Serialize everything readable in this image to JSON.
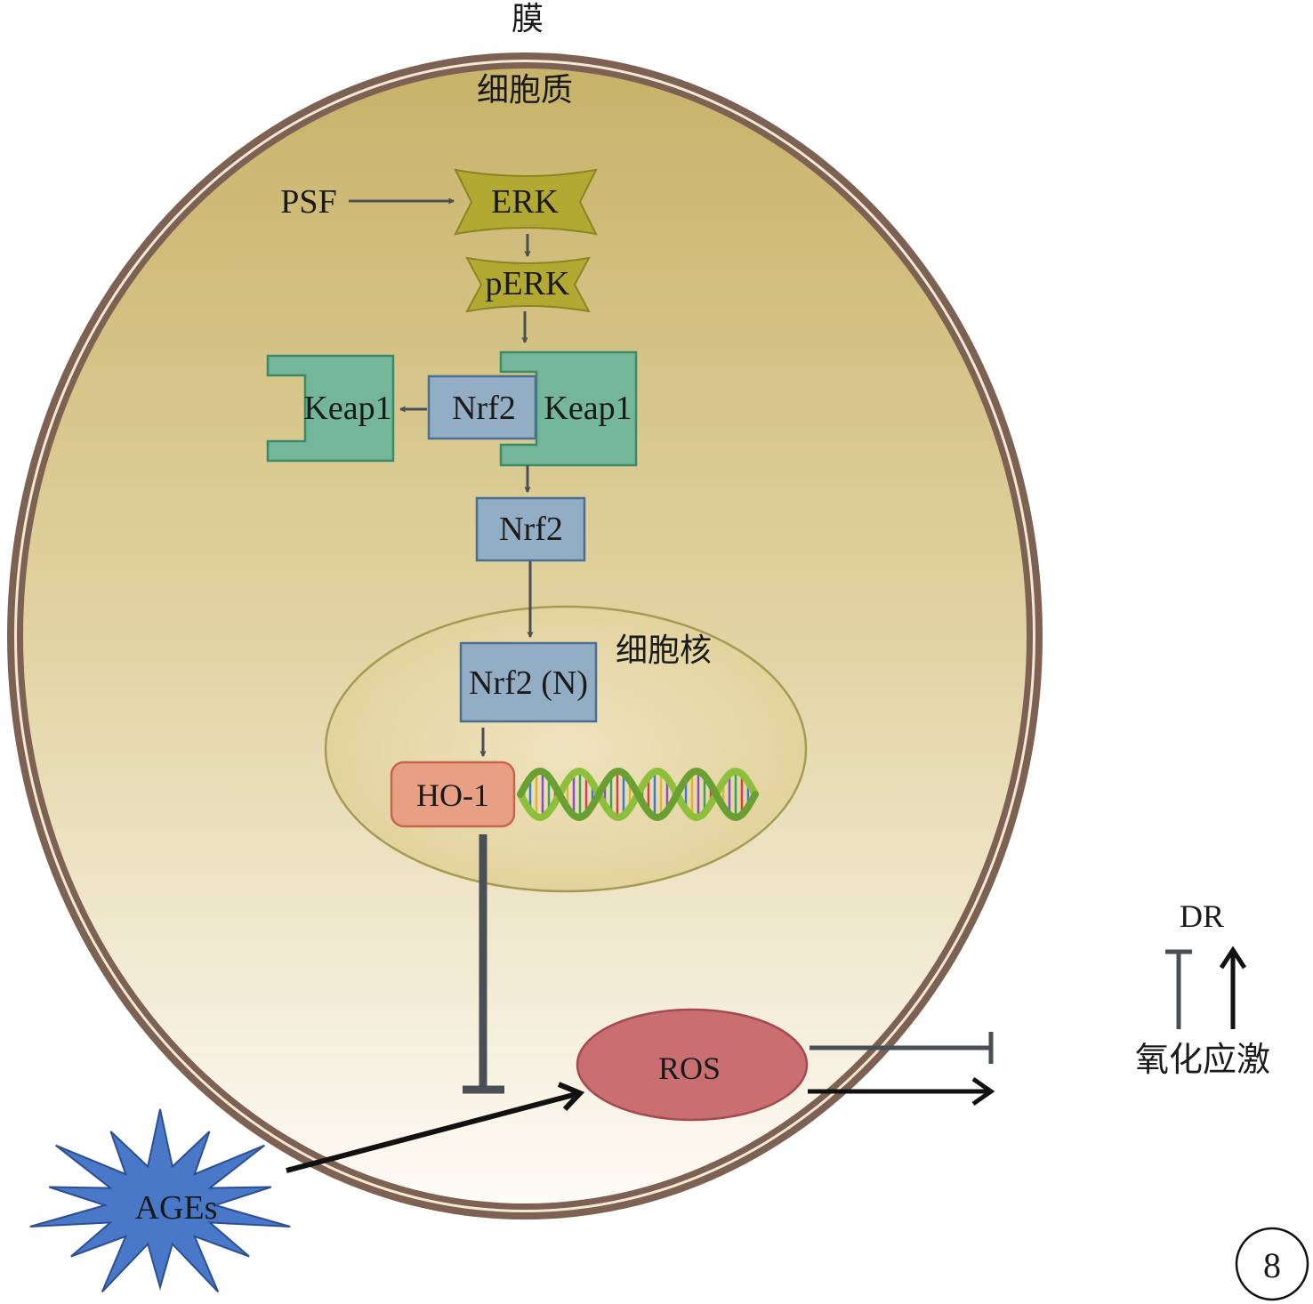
{
  "labels": {
    "membrane": "膜",
    "cytoplasm": "细胞质",
    "nucleus": "细胞核",
    "psf": "PSF",
    "erk": "ERK",
    "perk": "pERK",
    "keap1_left": "Keap1",
    "nrf2_bound": "Nrf2",
    "keap1_right": "Keap1",
    "nrf2_free": "Nrf2",
    "nrf2_nuclear": "Nrf2 (N)",
    "ho1": "HO-1",
    "ros": "ROS",
    "ages": "AGEs",
    "dr": "DR",
    "oxidative_stress": "氧化应激",
    "figure_number": "8"
  },
  "colors": {
    "membrane": "#7d6152",
    "cytoplasm_top": "#c8b36a",
    "cytoplasm_bottom": "#fdfbf6",
    "erk_fill": "#b1a932",
    "keap1_fill": "#74b69a",
    "keap1_stroke": "#3b8a6a",
    "nrf2_fill": "#93aec4",
    "nrf2_stroke": "#4b6f90",
    "ho1_fill": "#e8a084",
    "ho1_stroke": "#c7654a",
    "ros_fill": "#c96f72",
    "ros_stroke": "#a4494e",
    "ages_fill": "#4a78c8",
    "ages_stroke": "#2c4f94",
    "arrow_gray": "#4a4f55",
    "arrow_black": "#111111"
  },
  "icons": [
    "dna-helix-icon",
    "inhibition-bar-icon",
    "activation-arrow-icon",
    "burst-star-icon"
  ]
}
